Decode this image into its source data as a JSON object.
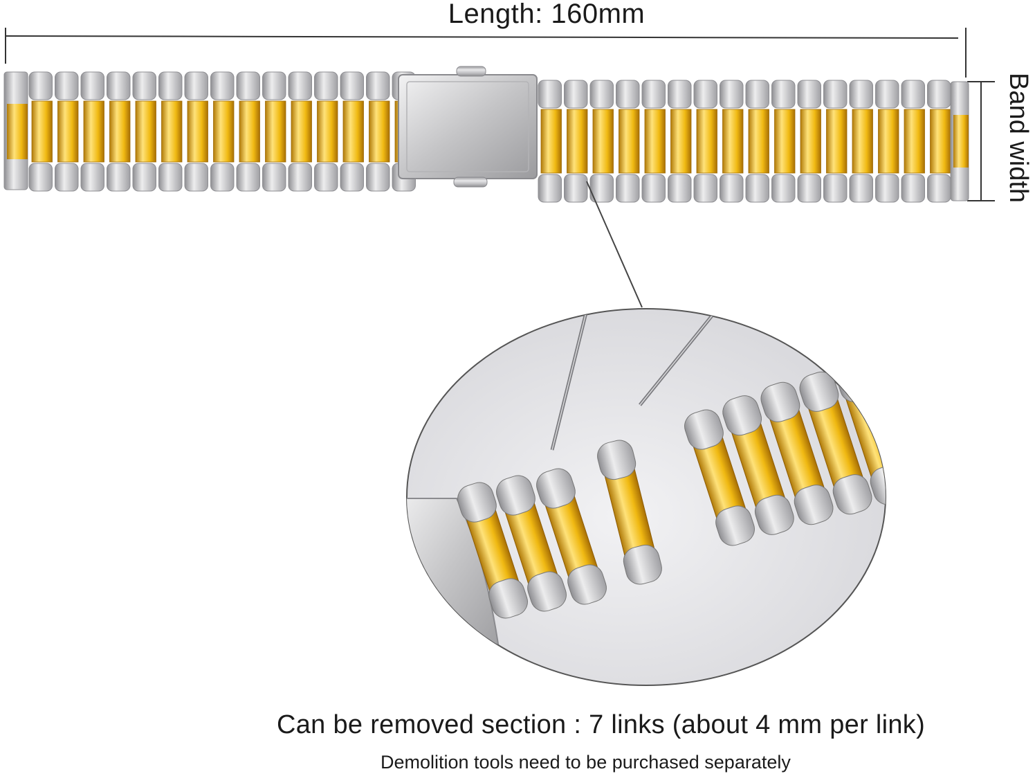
{
  "dimensions": {
    "length_label": "Length: 160mm",
    "band_width_label": "Band width"
  },
  "caption": {
    "main": "Can be removed section : 7 links (about 4 mm per link)",
    "note": "Demolition tools need to be purchased separately"
  },
  "colors": {
    "silver": "#c9c9cb",
    "gold": "#f2c21a",
    "zoom_background": "#e6e6e8",
    "line": "#333333"
  }
}
